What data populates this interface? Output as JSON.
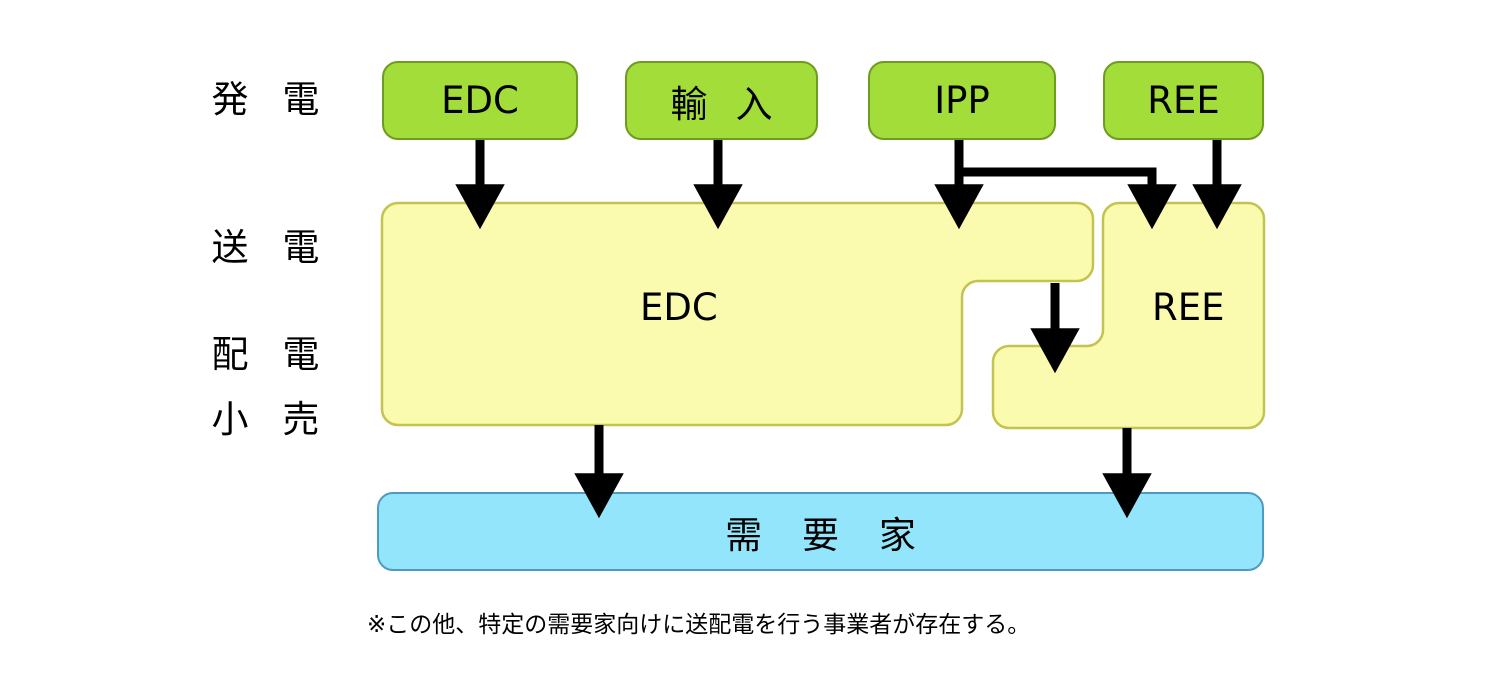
{
  "diagram": {
    "row_labels": [
      {
        "name": "generation",
        "text": "発 電"
      },
      {
        "name": "transmission",
        "text": "送 電"
      },
      {
        "name": "distribution",
        "text": "配 電"
      },
      {
        "name": "retail",
        "text": "小 売"
      }
    ],
    "generation_boxes": [
      {
        "name": "edc",
        "label": "EDC"
      },
      {
        "name": "import",
        "label": "輸 入"
      },
      {
        "name": "ipp",
        "label": "IPP"
      },
      {
        "name": "ree",
        "label": "REE"
      }
    ],
    "network_shapes": [
      {
        "name": "edc-network",
        "label": "EDC"
      },
      {
        "name": "ree-network",
        "label": "REE"
      }
    ],
    "consumer_box": {
      "name": "consumer",
      "label": "需 要 家"
    },
    "footnote": "※この他、特定の需要家向けに送配電を行う事業者が存在する。",
    "colors": {
      "generation_fill": "#A3DD3A",
      "generation_stroke": "#6E9B22",
      "network_fill": "#FBFBB0",
      "network_stroke": "#C3C34F",
      "consumer_fill": "#92E5FB",
      "consumer_stroke": "#4E9BBF",
      "arrow": "#000000",
      "text": "#000000",
      "background": "#FFFFFF"
    }
  }
}
